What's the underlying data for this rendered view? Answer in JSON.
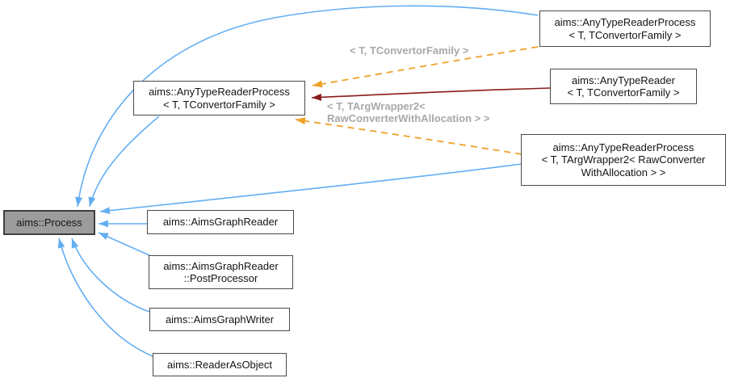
{
  "diagram": {
    "type": "class-inheritance-graph",
    "colors": {
      "background": "#ffffff",
      "inheritance_edge": "#63aef3",
      "usage_edge": "#8b1a1a",
      "template_edge": "#efa126",
      "edge_label_text": "#a9a9a9",
      "node_border": "#4a4a4a",
      "highlight_node_fill": "#9c9c9c"
    },
    "nodes": {
      "process": {
        "lines": {
          "l1": "aims::Process"
        }
      },
      "atrp_main": {
        "lines": {
          "l1": "aims::AnyTypeReaderProcess",
          "l2": "< T, TConvertorFamily >"
        }
      },
      "atrp_instance": {
        "lines": {
          "l1": "aims::AnyTypeReaderProcess",
          "l2": "< T, TConvertorFamily >"
        }
      },
      "anytypereader": {
        "lines": {
          "l1": "aims::AnyTypeReader",
          "l2": "< T, TConvertorFamily >"
        }
      },
      "atrp_targwrapper": {
        "lines": {
          "l1": "aims::AnyTypeReaderProcess",
          "l2": "< T, TArgWrapper2< RawConverter",
          "l3": "WithAllocation > >"
        }
      },
      "aimsgraphreader": {
        "lines": {
          "l1": "aims::AimsGraphReader"
        }
      },
      "postprocessor": {
        "lines": {
          "l1": "aims::AimsGraphReader",
          "l2": "::PostProcessor"
        }
      },
      "aimsgraphwriter": {
        "lines": {
          "l1": "aims::AimsGraphWriter"
        }
      },
      "readerasobject": {
        "lines": {
          "l1": "aims::ReaderAsObject"
        }
      }
    },
    "edge_labels": {
      "tconvertorfamily": {
        "l1": "< T, TConvertorFamily >"
      },
      "targwrapper2": {
        "l1": "< T, TArgWrapper2<",
        "l2": "RawConverterWithAllocation > >"
      }
    }
  }
}
